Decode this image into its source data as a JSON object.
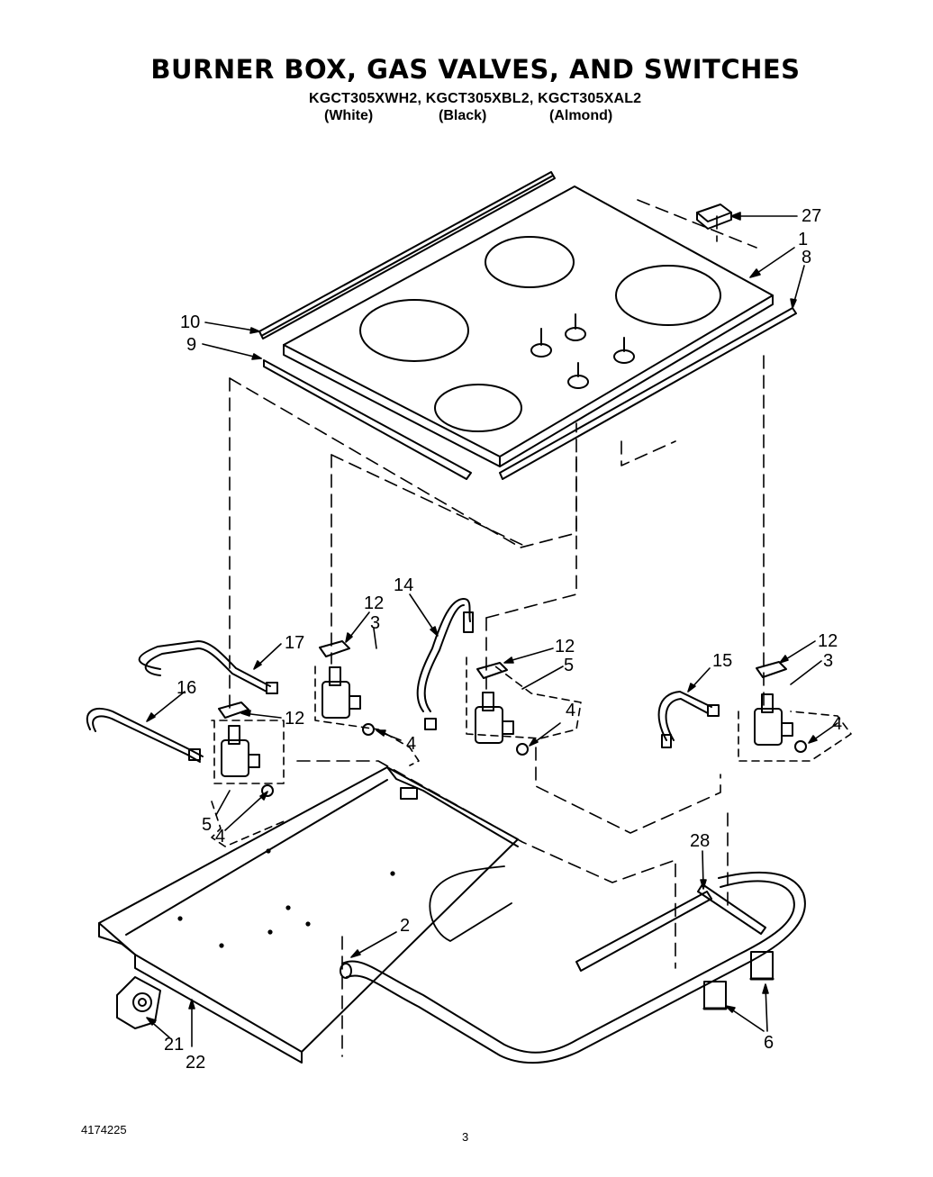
{
  "header": {
    "title": "BURNER BOX, GAS VALVES, AND SWITCHES",
    "models": "KGCT305XWH2, KGCT305XBL2, KGCT305XAL2",
    "colors": [
      "(White)",
      "(Black)",
      "(Almond)"
    ]
  },
  "footer": {
    "doc_number": "4174225",
    "page_number": "3"
  },
  "callouts": [
    "27",
    "1",
    "8",
    "10",
    "9",
    "14",
    "12",
    "3",
    "17",
    "16",
    "12",
    "12",
    "5",
    "4",
    "12",
    "3",
    "15",
    "4",
    "4",
    "4",
    "5",
    "28",
    "2",
    "6",
    "21",
    "22"
  ]
}
